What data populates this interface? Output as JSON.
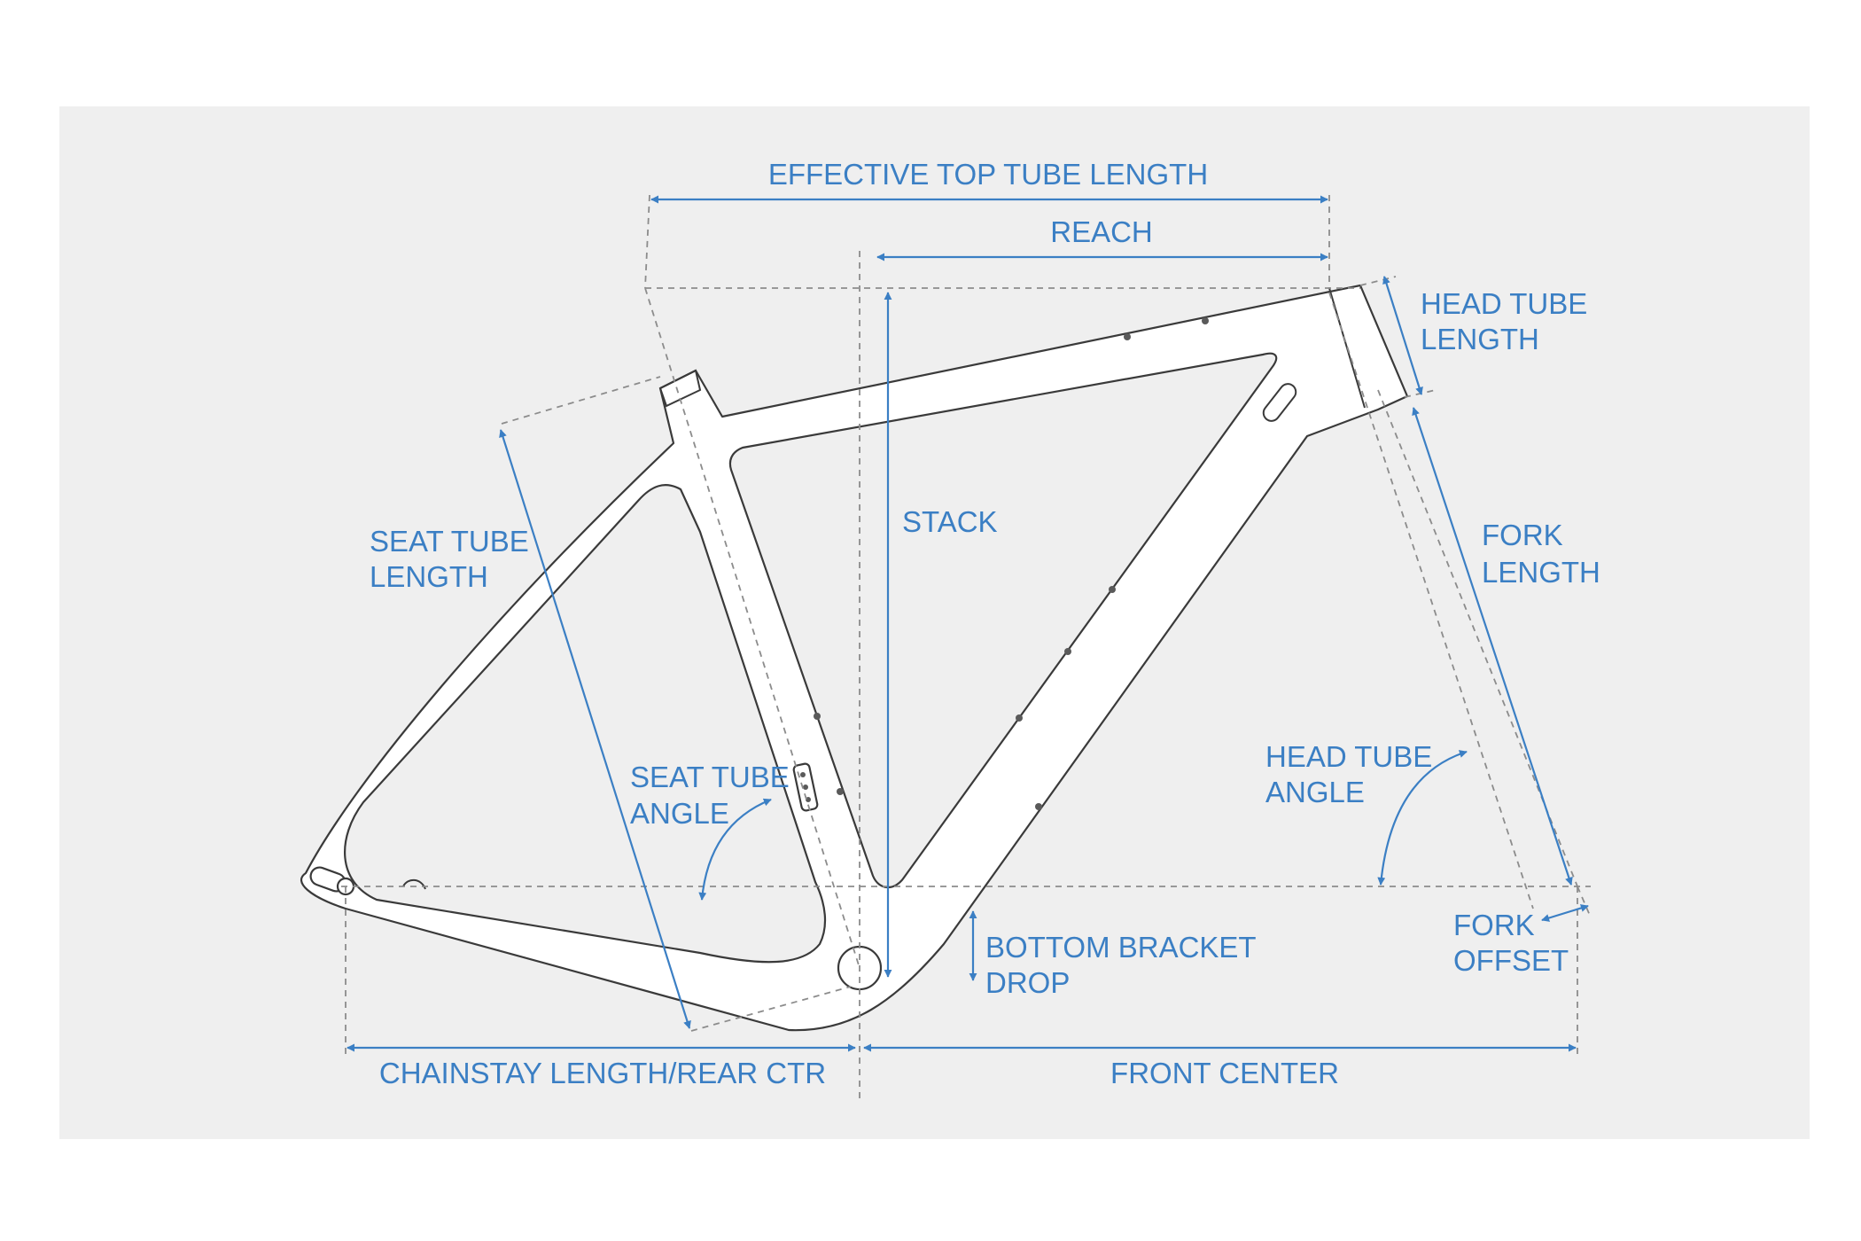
{
  "colors": {
    "background": "#ffffff",
    "panel": "#efefef",
    "frame_outline": "#3a3a3a",
    "guide_line": "#8c8c8c",
    "accent": "#3b7fc4"
  },
  "labels": {
    "effective_top_tube_length": "EFFECTIVE TOP TUBE LENGTH",
    "reach": "REACH",
    "head_tube_length": [
      "HEAD TUBE",
      "LENGTH"
    ],
    "stack": "STACK",
    "seat_tube_length": [
      "SEAT TUBE",
      "LENGTH"
    ],
    "fork_length": [
      "FORK",
      "LENGTH"
    ],
    "seat_tube_angle": [
      "SEAT TUBE",
      "ANGLE"
    ],
    "head_tube_angle": [
      "HEAD TUBE",
      "ANGLE"
    ],
    "bottom_bracket_drop": [
      "BOTTOM BRACKET",
      "DROP"
    ],
    "fork_offset": [
      "FORK",
      "OFFSET"
    ],
    "chainstay_length": "CHAINSTAY LENGTH/REAR CTR",
    "front_center": "FRONT CENTER"
  }
}
